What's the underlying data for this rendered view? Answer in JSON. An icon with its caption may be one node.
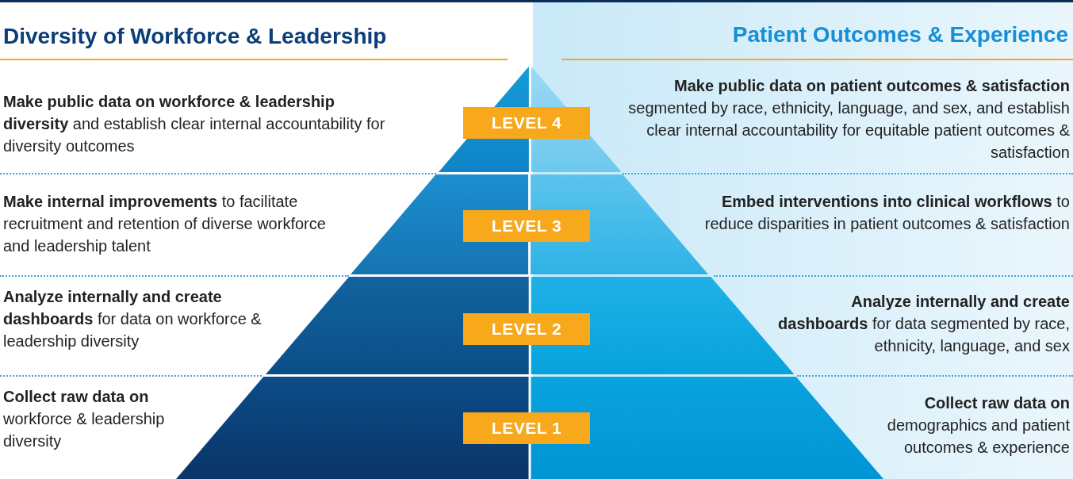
{
  "diagram": {
    "nodes": [
      {
        "text": [
          "LEVEL 4"
        ],
        "beside": [
          "**Make public data on patient outcomes & satisfaction** segmented by race, ethnicity, language, and sex, and establish clear internal accountability for equitable patient outcomes & satisfaction"
        ]
      },
      {
        "text": [
          "LEVEL 3"
        ],
        "beside": [
          "**Make internal improvements** to facilitate recruitment and retention of diverse workforce and leadership talent",
          "**Embed interventions into clinical workflows** to reduce disparities in patient outcomes & satisfaction"
        ]
      },
      {
        "text": [
          "LEVEL 2"
        ],
        "beside": [
          "**Analyze internally and create dashboards** for data on workforce & leadership diversity",
          "**Analyze internally and create dashboards** for data segmented by race, ethnicity, language, and sex"
        ]
      },
      {
        "text": [
          "LEVEL 1"
        ],
        "beside": [
          "**Collect raw data on** workforce & leadership diversity",
          "**Collect raw data on** demographics and patient outcomes & experience"
        ]
      }
    ],
    "labels": [
      "Diversity of Workforce & Leadership",
      "Patient Outcomes & Experience",
      "**Make public data on workforce & leadership diversity** and establish clear internal accountability for diversity outcomes"
    ]
  }
}
